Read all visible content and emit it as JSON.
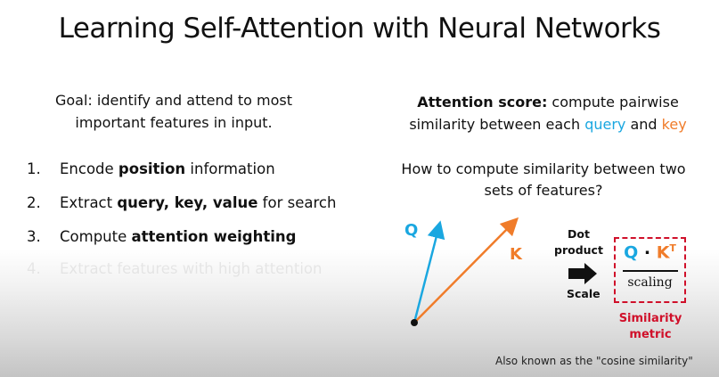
{
  "title": "Learning Self-Attention with Neural Networks",
  "goal": {
    "line1": "Goal: identify and attend to most",
    "line2": "important features in input."
  },
  "steps": [
    {
      "num": "1.",
      "pre": "Encode ",
      "bold": "position",
      "post": " information"
    },
    {
      "num": "2.",
      "pre": "Extract ",
      "bold": "query, key, value",
      "post": " for search"
    },
    {
      "num": "3.",
      "pre": "Compute ",
      "bold": "attention weighting",
      "post": ""
    },
    {
      "num": "4.",
      "pre": "Extract features with high attention",
      "bold": "",
      "post": ""
    }
  ],
  "score": {
    "label": "Attention score:",
    "text1": " compute pairwise",
    "text2": "similarity between each ",
    "query": "query",
    "and": " and ",
    "key": "key"
  },
  "how": {
    "line1": "How to compute similarity between two",
    "line2": "sets of features?"
  },
  "diagram": {
    "q_label": "Q",
    "k_label": "K",
    "dot_line1": "Dot",
    "dot_line2": "product",
    "scale": "Scale",
    "numerator_q": "Q",
    "numerator_dot": "·",
    "numerator_k": "K",
    "superscript": "T",
    "denominator": "scaling",
    "metric_line1": "Similarity",
    "metric_line2": "metric",
    "aka": "Also known as the \"cosine similarity\""
  },
  "colors": {
    "query": "#1aa7e0",
    "key": "#f07c2a",
    "metric": "#d0102a"
  }
}
